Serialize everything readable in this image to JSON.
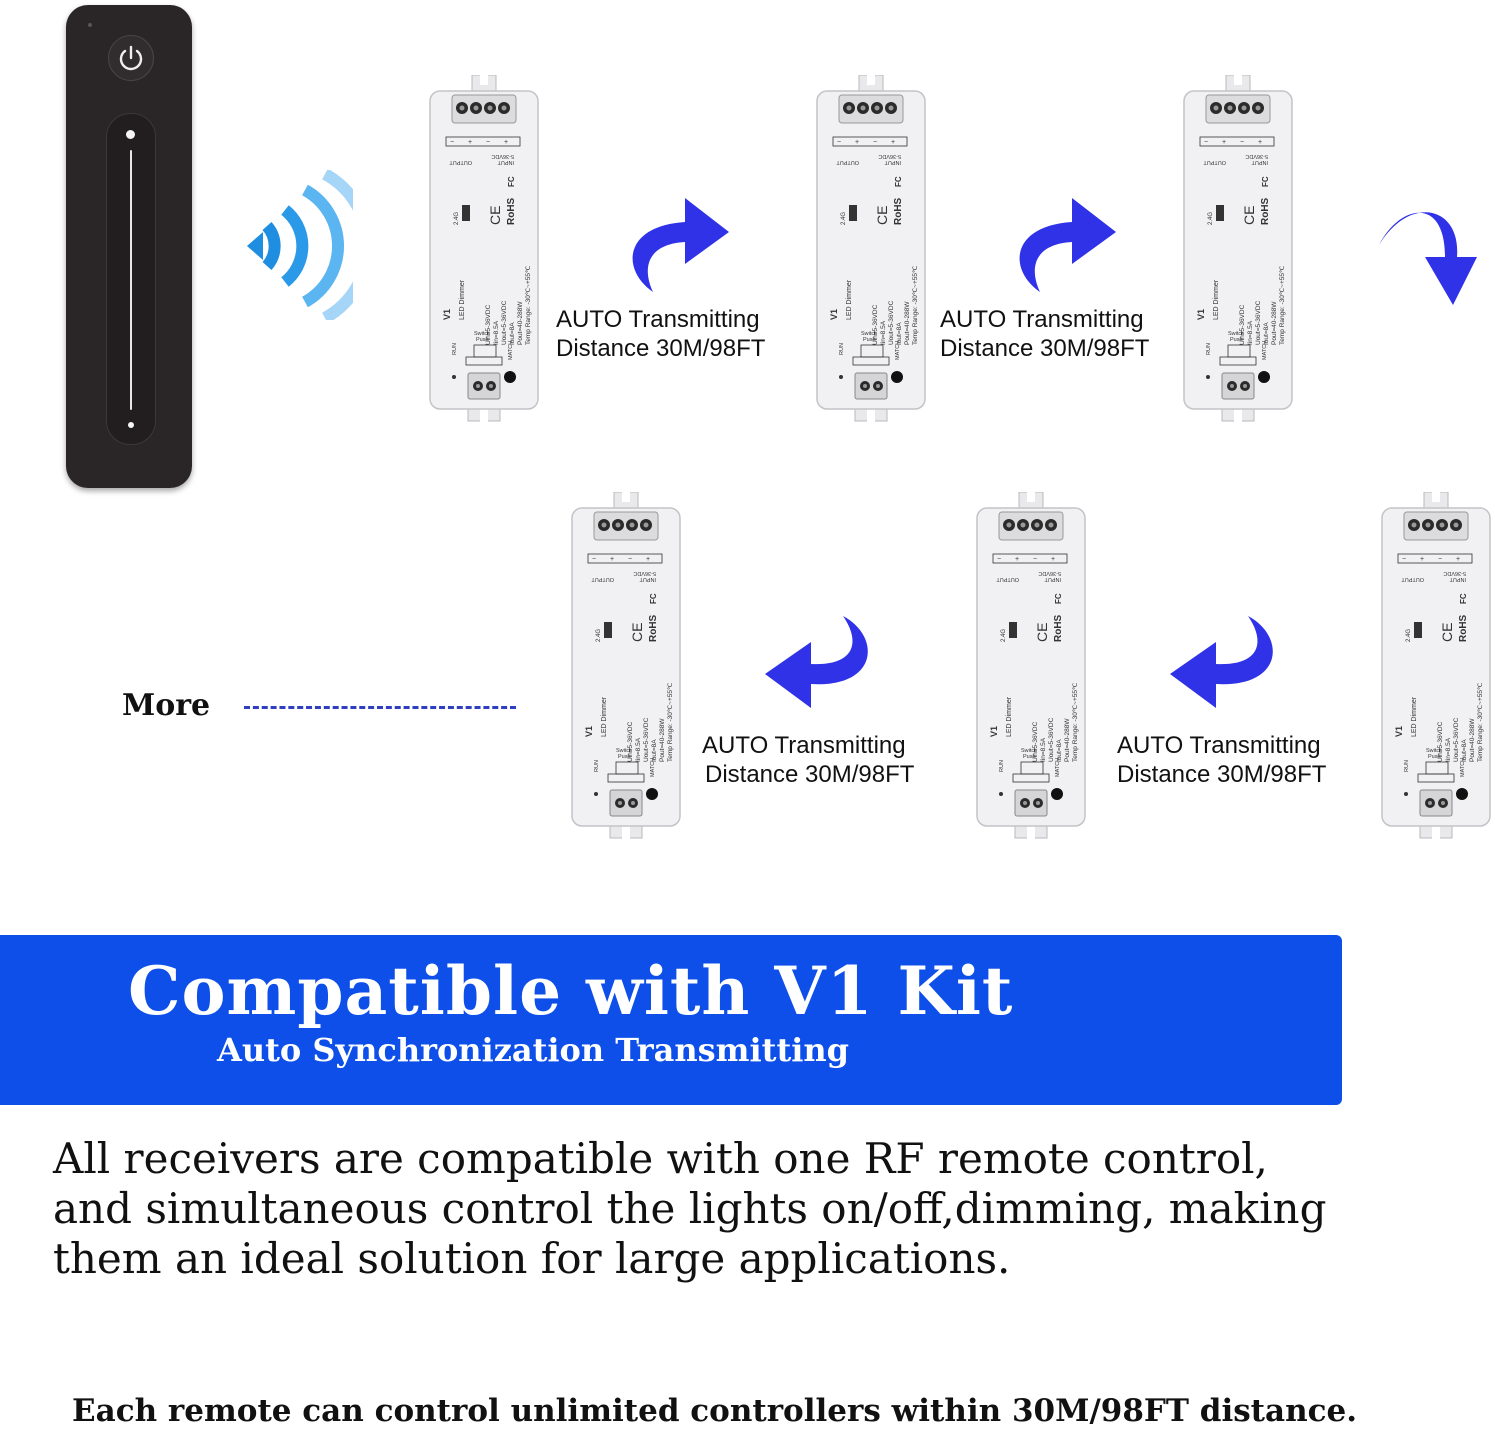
{
  "captions": {
    "line1": "AUTO Transmitting",
    "line2": "Distance 30M/98FT"
  },
  "receiver": {
    "model": "V1",
    "name": "LED Dimmer",
    "spec_lines": [
      "Uin=5-36VDC",
      "Iin=8.5A",
      "Uout=5-36VDC",
      "Iout=8A",
      "Pout=40-288W",
      "Temp Range: -30℃~+55℃"
    ],
    "input_label": "INPUT",
    "input_volt": "5-36VDC",
    "output_label": "OUTPUT",
    "rohs": "RoHS",
    "ce": "CE",
    "fc": "FC",
    "switch_label": "Switch",
    "push_label": "Push",
    "run_label": "RUN",
    "match_label": "MATCH",
    "freq": "2.4G"
  },
  "more_label": "More",
  "banner": {
    "title": "Compatible with V1 Kit",
    "subtitle": "Auto Synchronization Transmitting",
    "color": "#0d4fe8"
  },
  "description": "All receivers are compatible with one RF remote control, and simultaneous control the lights on/off,dimming, making them an ideal solution for large applications.",
  "footnote": "Each remote can control unlimited controllers within 30M/98FT distance.",
  "colors": {
    "arrow": "#2f32e6",
    "signal": "#1f8de0",
    "remote": "#2a2527"
  },
  "icons": {
    "power": "power-icon",
    "signal": "wireless-signal-icon",
    "arrow": "curved-arrow-icon"
  }
}
